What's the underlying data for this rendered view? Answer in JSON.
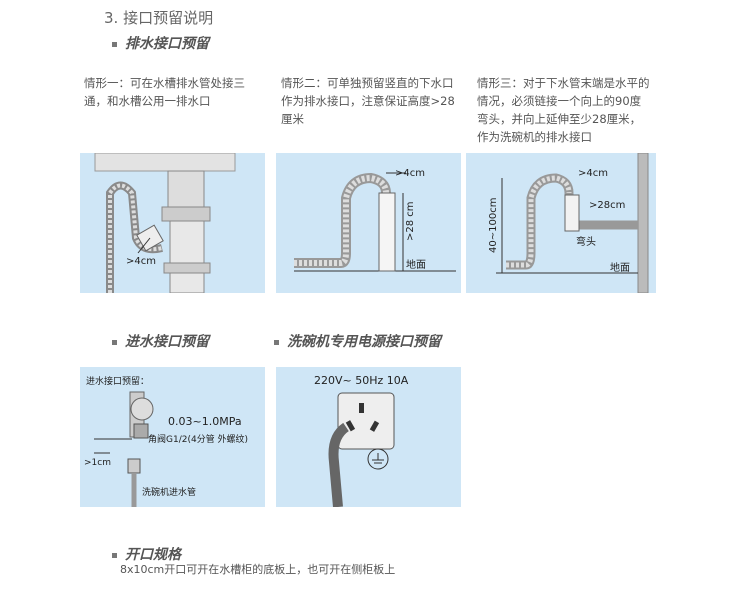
{
  "heading": "3. 接口预留说明",
  "sections": {
    "drain": "排水接口预留",
    "inlet": "进水接口预留",
    "power": "洗碗机专用电源接口预留",
    "cutout": "开口规格"
  },
  "cases": [
    {
      "text": "情形一：可在水槽排水管处接三通，和水槽公用一排水口"
    },
    {
      "text": "情形二：可单独预留竖直的下水口作为排水接口，注意保证高度>28厘米"
    },
    {
      "text": "情形三：对于下水管末端是水平的情况，必须链接一个向上的90度弯头，并向上延伸至少28厘米，作为洗碗机的排水接口"
    }
  ],
  "diagram_labels": {
    "d1_gap": ">4cm",
    "d2_gap": ">4cm",
    "d2_height": ">28 cm",
    "d2_floor": "地面",
    "d3_gap": ">4cm",
    "d3_height": ">28cm",
    "d3_range": "40~100cm",
    "d3_elbow": "弯头",
    "d3_floor": "地面",
    "inlet_title": "进水接口预留：",
    "inlet_pressure": "0.03~1.0MPa",
    "inlet_valve": "角阀G1/2(4分管 外螺纹)",
    "inlet_gap": ">1cm",
    "inlet_hose": "洗碗机进水管",
    "power_spec": "220V~ 50Hz 10A"
  },
  "cutout_note": "8x10cm开口可开在水槽柜的底板上，也可开在侧柜板上"
}
